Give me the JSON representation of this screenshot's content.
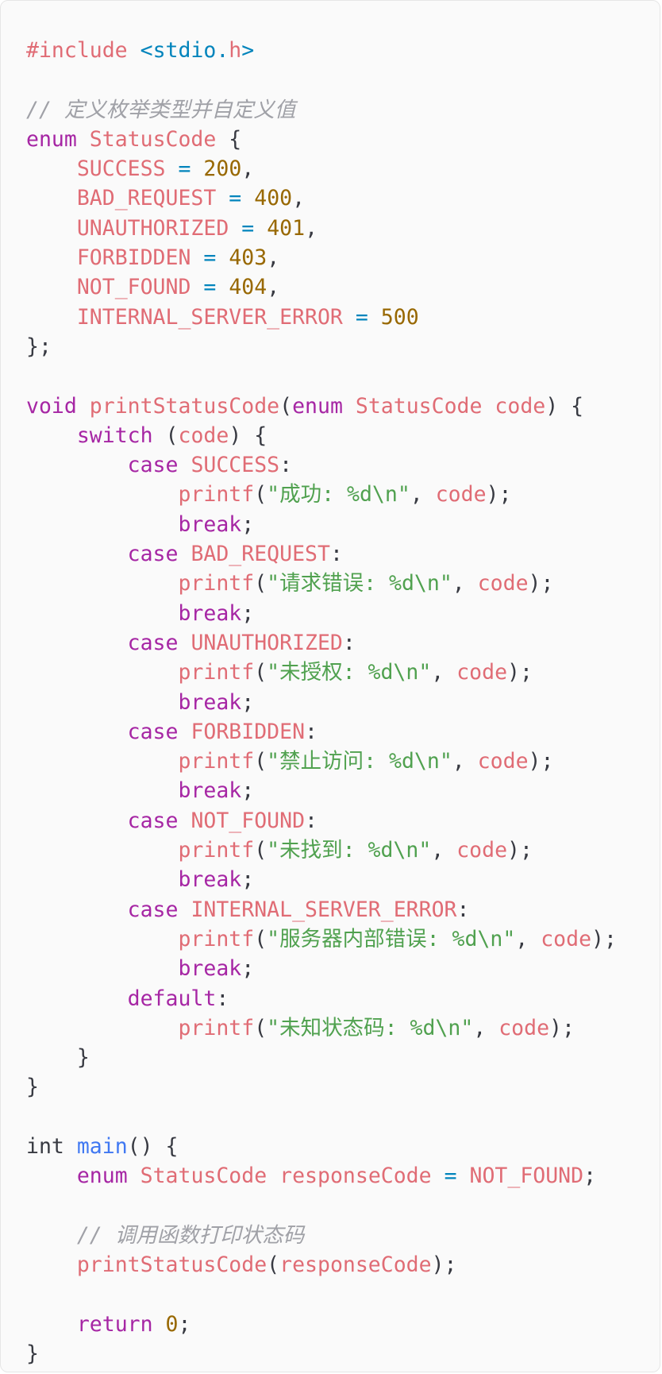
{
  "editor": {
    "language": "c",
    "background": "#fafafa",
    "lines": [
      [
        {
          "t": "#include",
          "k": "preproc"
        },
        {
          "t": " ",
          "k": "plain"
        },
        {
          "t": "<stdio.",
          "k": "header"
        },
        {
          "t": "h",
          "k": "preproc"
        },
        {
          "t": ">",
          "k": "header"
        }
      ],
      [],
      [
        {
          "t": "// 定义枚举类型并自定义值",
          "k": "comment"
        }
      ],
      [
        {
          "t": "enum",
          "k": "keyword"
        },
        {
          "t": " ",
          "k": "plain"
        },
        {
          "t": "StatusCode",
          "k": "type-name"
        },
        {
          "t": " {",
          "k": "punct"
        }
      ],
      [
        {
          "t": "    ",
          "k": "plain"
        },
        {
          "t": "SUCCESS",
          "k": "enum-const"
        },
        {
          "t": " ",
          "k": "plain"
        },
        {
          "t": "=",
          "k": "operator"
        },
        {
          "t": " ",
          "k": "plain"
        },
        {
          "t": "200",
          "k": "number"
        },
        {
          "t": ",",
          "k": "punct"
        }
      ],
      [
        {
          "t": "    ",
          "k": "plain"
        },
        {
          "t": "BAD_REQUEST",
          "k": "enum-const"
        },
        {
          "t": " ",
          "k": "plain"
        },
        {
          "t": "=",
          "k": "operator"
        },
        {
          "t": " ",
          "k": "plain"
        },
        {
          "t": "400",
          "k": "number"
        },
        {
          "t": ",",
          "k": "punct"
        }
      ],
      [
        {
          "t": "    ",
          "k": "plain"
        },
        {
          "t": "UNAUTHORIZED",
          "k": "enum-const"
        },
        {
          "t": " ",
          "k": "plain"
        },
        {
          "t": "=",
          "k": "operator"
        },
        {
          "t": " ",
          "k": "plain"
        },
        {
          "t": "401",
          "k": "number"
        },
        {
          "t": ",",
          "k": "punct"
        }
      ],
      [
        {
          "t": "    ",
          "k": "plain"
        },
        {
          "t": "FORBIDDEN",
          "k": "enum-const"
        },
        {
          "t": " ",
          "k": "plain"
        },
        {
          "t": "=",
          "k": "operator"
        },
        {
          "t": " ",
          "k": "plain"
        },
        {
          "t": "403",
          "k": "number"
        },
        {
          "t": ",",
          "k": "punct"
        }
      ],
      [
        {
          "t": "    ",
          "k": "plain"
        },
        {
          "t": "NOT_FOUND",
          "k": "enum-const"
        },
        {
          "t": " ",
          "k": "plain"
        },
        {
          "t": "=",
          "k": "operator"
        },
        {
          "t": " ",
          "k": "plain"
        },
        {
          "t": "404",
          "k": "number"
        },
        {
          "t": ",",
          "k": "punct"
        }
      ],
      [
        {
          "t": "    ",
          "k": "plain"
        },
        {
          "t": "INTERNAL_SERVER_ERROR",
          "k": "enum-const"
        },
        {
          "t": " ",
          "k": "plain"
        },
        {
          "t": "=",
          "k": "operator"
        },
        {
          "t": " ",
          "k": "plain"
        },
        {
          "t": "500",
          "k": "number"
        }
      ],
      [
        {
          "t": "};",
          "k": "punct"
        }
      ],
      [],
      [
        {
          "t": "void",
          "k": "type"
        },
        {
          "t": " ",
          "k": "plain"
        },
        {
          "t": "printStatusCode",
          "k": "call"
        },
        {
          "t": "(",
          "k": "punct"
        },
        {
          "t": "enum",
          "k": "keyword"
        },
        {
          "t": " ",
          "k": "plain"
        },
        {
          "t": "StatusCode",
          "k": "type-name"
        },
        {
          "t": " ",
          "k": "plain"
        },
        {
          "t": "code",
          "k": "param"
        },
        {
          "t": ") {",
          "k": "punct"
        }
      ],
      [
        {
          "t": "    ",
          "k": "plain"
        },
        {
          "t": "switch",
          "k": "keyword"
        },
        {
          "t": " (",
          "k": "punct"
        },
        {
          "t": "code",
          "k": "param"
        },
        {
          "t": ") {",
          "k": "punct"
        }
      ],
      [
        {
          "t": "        ",
          "k": "plain"
        },
        {
          "t": "case",
          "k": "keyword"
        },
        {
          "t": " ",
          "k": "plain"
        },
        {
          "t": "SUCCESS",
          "k": "enum-const"
        },
        {
          "t": ":",
          "k": "punct"
        }
      ],
      [
        {
          "t": "            ",
          "k": "plain"
        },
        {
          "t": "printf",
          "k": "call"
        },
        {
          "t": "(",
          "k": "punct"
        },
        {
          "t": "\"成功: %d\\n\"",
          "k": "string"
        },
        {
          "t": ", ",
          "k": "punct"
        },
        {
          "t": "code",
          "k": "param"
        },
        {
          "t": ");",
          "k": "punct"
        }
      ],
      [
        {
          "t": "            ",
          "k": "plain"
        },
        {
          "t": "break",
          "k": "keyword"
        },
        {
          "t": ";",
          "k": "punct"
        }
      ],
      [
        {
          "t": "        ",
          "k": "plain"
        },
        {
          "t": "case",
          "k": "keyword"
        },
        {
          "t": " ",
          "k": "plain"
        },
        {
          "t": "BAD_REQUEST",
          "k": "enum-const"
        },
        {
          "t": ":",
          "k": "punct"
        }
      ],
      [
        {
          "t": "            ",
          "k": "plain"
        },
        {
          "t": "printf",
          "k": "call"
        },
        {
          "t": "(",
          "k": "punct"
        },
        {
          "t": "\"请求错误: %d\\n\"",
          "k": "string"
        },
        {
          "t": ", ",
          "k": "punct"
        },
        {
          "t": "code",
          "k": "param"
        },
        {
          "t": ");",
          "k": "punct"
        }
      ],
      [
        {
          "t": "            ",
          "k": "plain"
        },
        {
          "t": "break",
          "k": "keyword"
        },
        {
          "t": ";",
          "k": "punct"
        }
      ],
      [
        {
          "t": "        ",
          "k": "plain"
        },
        {
          "t": "case",
          "k": "keyword"
        },
        {
          "t": " ",
          "k": "plain"
        },
        {
          "t": "UNAUTHORIZED",
          "k": "enum-const"
        },
        {
          "t": ":",
          "k": "punct"
        }
      ],
      [
        {
          "t": "            ",
          "k": "plain"
        },
        {
          "t": "printf",
          "k": "call"
        },
        {
          "t": "(",
          "k": "punct"
        },
        {
          "t": "\"未授权: %d\\n\"",
          "k": "string"
        },
        {
          "t": ", ",
          "k": "punct"
        },
        {
          "t": "code",
          "k": "param"
        },
        {
          "t": ");",
          "k": "punct"
        }
      ],
      [
        {
          "t": "            ",
          "k": "plain"
        },
        {
          "t": "break",
          "k": "keyword"
        },
        {
          "t": ";",
          "k": "punct"
        }
      ],
      [
        {
          "t": "        ",
          "k": "plain"
        },
        {
          "t": "case",
          "k": "keyword"
        },
        {
          "t": " ",
          "k": "plain"
        },
        {
          "t": "FORBIDDEN",
          "k": "enum-const"
        },
        {
          "t": ":",
          "k": "punct"
        }
      ],
      [
        {
          "t": "            ",
          "k": "plain"
        },
        {
          "t": "printf",
          "k": "call"
        },
        {
          "t": "(",
          "k": "punct"
        },
        {
          "t": "\"禁止访问: %d\\n\"",
          "k": "string"
        },
        {
          "t": ", ",
          "k": "punct"
        },
        {
          "t": "code",
          "k": "param"
        },
        {
          "t": ");",
          "k": "punct"
        }
      ],
      [
        {
          "t": "            ",
          "k": "plain"
        },
        {
          "t": "break",
          "k": "keyword"
        },
        {
          "t": ";",
          "k": "punct"
        }
      ],
      [
        {
          "t": "        ",
          "k": "plain"
        },
        {
          "t": "case",
          "k": "keyword"
        },
        {
          "t": " ",
          "k": "plain"
        },
        {
          "t": "NOT_FOUND",
          "k": "enum-const"
        },
        {
          "t": ":",
          "k": "punct"
        }
      ],
      [
        {
          "t": "            ",
          "k": "plain"
        },
        {
          "t": "printf",
          "k": "call"
        },
        {
          "t": "(",
          "k": "punct"
        },
        {
          "t": "\"未找到: %d\\n\"",
          "k": "string"
        },
        {
          "t": ", ",
          "k": "punct"
        },
        {
          "t": "code",
          "k": "param"
        },
        {
          "t": ");",
          "k": "punct"
        }
      ],
      [
        {
          "t": "            ",
          "k": "plain"
        },
        {
          "t": "break",
          "k": "keyword"
        },
        {
          "t": ";",
          "k": "punct"
        }
      ],
      [
        {
          "t": "        ",
          "k": "plain"
        },
        {
          "t": "case",
          "k": "keyword"
        },
        {
          "t": " ",
          "k": "plain"
        },
        {
          "t": "INTERNAL_SERVER_ERROR",
          "k": "enum-const"
        },
        {
          "t": ":",
          "k": "punct"
        }
      ],
      [
        {
          "t": "            ",
          "k": "plain"
        },
        {
          "t": "printf",
          "k": "call"
        },
        {
          "t": "(",
          "k": "punct"
        },
        {
          "t": "\"服务器内部错误: %d\\n\"",
          "k": "string"
        },
        {
          "t": ", ",
          "k": "punct"
        },
        {
          "t": "code",
          "k": "param"
        },
        {
          "t": ");",
          "k": "punct"
        }
      ],
      [
        {
          "t": "            ",
          "k": "plain"
        },
        {
          "t": "break",
          "k": "keyword"
        },
        {
          "t": ";",
          "k": "punct"
        }
      ],
      [
        {
          "t": "        ",
          "k": "plain"
        },
        {
          "t": "default",
          "k": "keyword"
        },
        {
          "t": ":",
          "k": "punct"
        }
      ],
      [
        {
          "t": "            ",
          "k": "plain"
        },
        {
          "t": "printf",
          "k": "call"
        },
        {
          "t": "(",
          "k": "punct"
        },
        {
          "t": "\"未知状态码: %d\\n\"",
          "k": "string"
        },
        {
          "t": ", ",
          "k": "punct"
        },
        {
          "t": "code",
          "k": "param"
        },
        {
          "t": ");",
          "k": "punct"
        }
      ],
      [
        {
          "t": "    }",
          "k": "punct"
        }
      ],
      [
        {
          "t": "}",
          "k": "punct"
        }
      ],
      [],
      [
        {
          "t": "int",
          "k": "plain"
        },
        {
          "t": " ",
          "k": "plain"
        },
        {
          "t": "main",
          "k": "function"
        },
        {
          "t": "() {",
          "k": "punct"
        }
      ],
      [
        {
          "t": "    ",
          "k": "plain"
        },
        {
          "t": "enum",
          "k": "keyword"
        },
        {
          "t": " ",
          "k": "plain"
        },
        {
          "t": "StatusCode",
          "k": "type-name"
        },
        {
          "t": " ",
          "k": "plain"
        },
        {
          "t": "responseCode",
          "k": "param"
        },
        {
          "t": " ",
          "k": "plain"
        },
        {
          "t": "=",
          "k": "operator"
        },
        {
          "t": " ",
          "k": "plain"
        },
        {
          "t": "NOT_FOUND",
          "k": "enum-const"
        },
        {
          "t": ";",
          "k": "punct"
        }
      ],
      [],
      [
        {
          "t": "    ",
          "k": "plain"
        },
        {
          "t": "// 调用函数打印状态码",
          "k": "comment"
        }
      ],
      [
        {
          "t": "    ",
          "k": "plain"
        },
        {
          "t": "printStatusCode",
          "k": "call"
        },
        {
          "t": "(",
          "k": "punct"
        },
        {
          "t": "responseCode",
          "k": "param"
        },
        {
          "t": ");",
          "k": "punct"
        }
      ],
      [],
      [
        {
          "t": "    ",
          "k": "plain"
        },
        {
          "t": "return",
          "k": "keyword"
        },
        {
          "t": " ",
          "k": "plain"
        },
        {
          "t": "0",
          "k": "number"
        },
        {
          "t": ";",
          "k": "punct"
        }
      ],
      [
        {
          "t": "}",
          "k": "punct"
        }
      ]
    ]
  }
}
